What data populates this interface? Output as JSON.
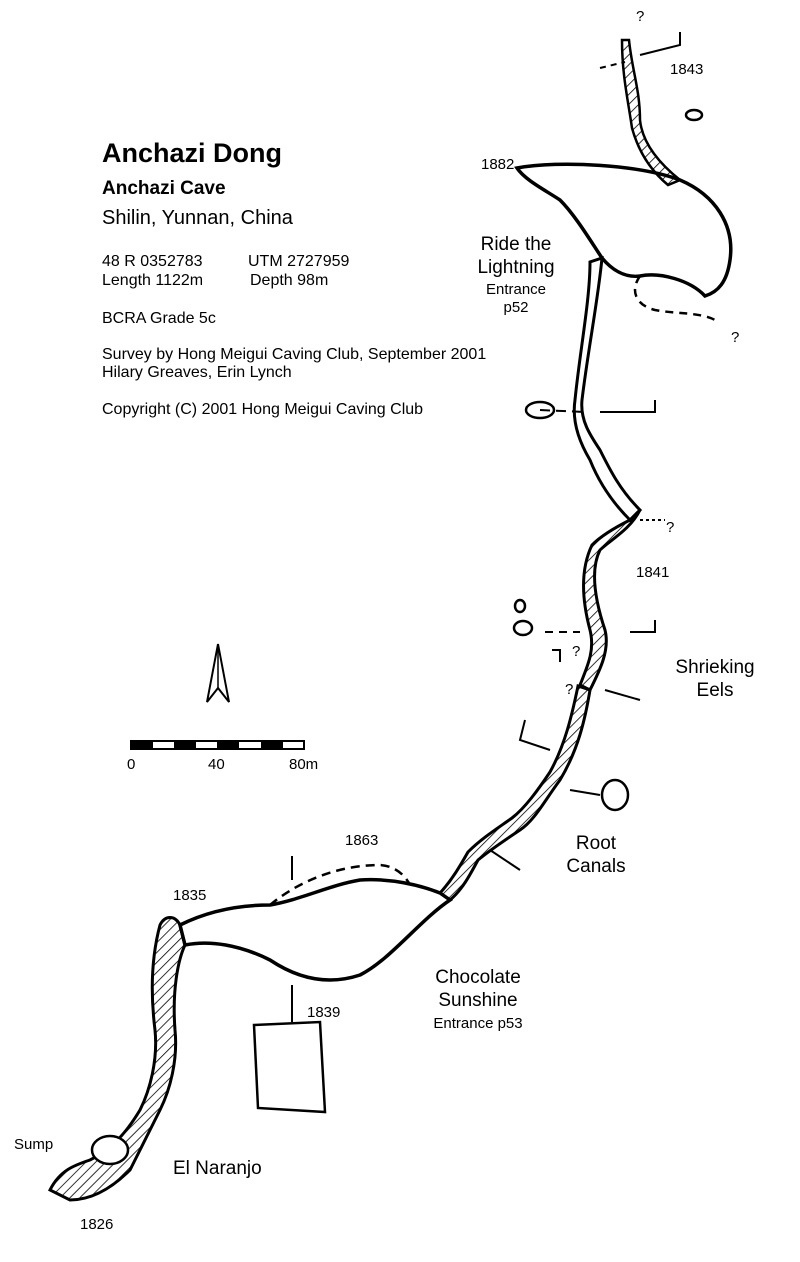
{
  "title": "Anchazi Dong",
  "subtitle": "Anchazi Cave",
  "location": "Shilin, Yunnan, China",
  "coordinates": {
    "zone": "48 R 0352783",
    "utm": "UTM 2727959"
  },
  "stats": {
    "length": "Length  1122m",
    "depth": "Depth  98m"
  },
  "grade": "BCRA Grade 5c",
  "survey": {
    "line1": "Survey by Hong Meigui Caving Club, September 2001",
    "line2": "Hilary Greaves, Erin Lynch"
  },
  "copyright": "Copyright (C) 2001 Hong Meigui Caving Club",
  "features": {
    "ride": {
      "name1": "Ride the",
      "name2": "Lightning",
      "sub1": "Entrance",
      "sub2": "p52"
    },
    "shrieking": {
      "name1": "Shrieking",
      "name2": "Eels"
    },
    "root": {
      "name1": "Root",
      "name2": "Canals"
    },
    "chocolate": {
      "name1": "Chocolate",
      "name2": "Sunshine",
      "sub": "Entrance p53"
    },
    "naranjo": "El Naranjo",
    "sump": "Sump"
  },
  "elevations": {
    "e1843": "1843",
    "e1882": "1882",
    "e1841": "1841",
    "e1863": "1863",
    "e1835": "1835",
    "e1839": "1839",
    "e1826": "1826"
  },
  "unknown_mark": "?",
  "scale": {
    "zero": "0",
    "mid": "40",
    "max": "80m"
  },
  "colors": {
    "ink": "#000000",
    "paper": "#ffffff"
  }
}
